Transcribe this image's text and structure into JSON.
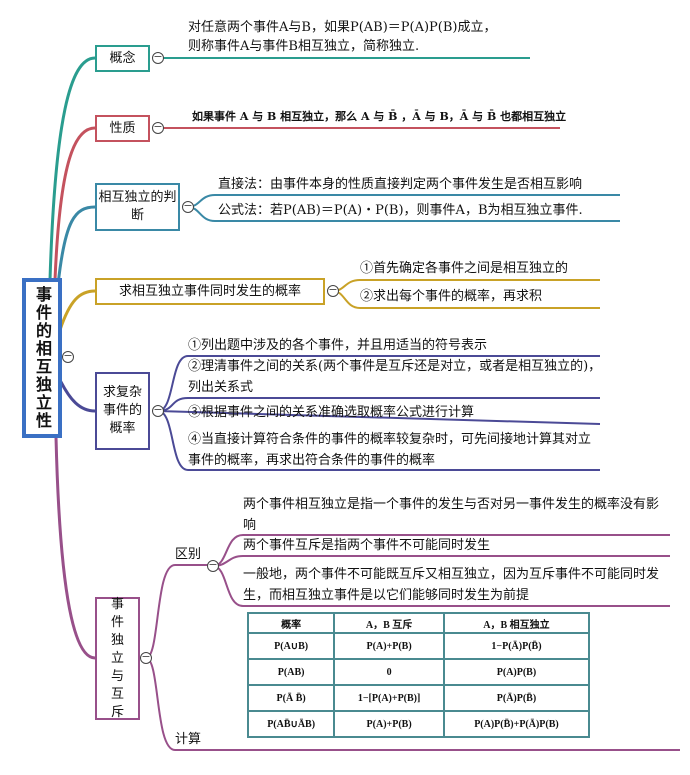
{
  "central": "事件的相互独立性",
  "colors": {
    "concept": "#2a9d8f",
    "property": "#c4525e",
    "judge": "#3a89a6",
    "simul": "#c9a227",
    "complex": "#4b4a96",
    "relation": "#98508a",
    "central": "#3a70c4"
  },
  "concept": {
    "label": "概念",
    "lines": [
      "对任意两个事件A与B，如果P(AB)＝P(A)P(B)成立，",
      "则称事件A与事件B相互独立，简称独立."
    ]
  },
  "property": {
    "label": "性质",
    "text": "如果事件 A 与 B 相互独立，那么 A 与 B̄ ，Ā 与 B，Ā 与 B̄ 也都相互独立"
  },
  "judge": {
    "label": "相互独立的判断",
    "items": [
      "直接法：由事件本身的性质直接判定两个事件发生是否相互影响",
      "公式法：若P(AB)＝P(A)・P(B)，则事件A，B为相互独立事件."
    ]
  },
  "simul": {
    "label": "求相互独立事件同时发生的概率",
    "items": [
      "①首先确定各事件之间是相互独立的",
      "②求出每个事件的概率，再求积"
    ]
  },
  "complex": {
    "label": "求复杂事件的概率",
    "items": [
      "①列出题中涉及的各个事件，并且用适当的符号表示",
      "②理清事件之间的关系(两个事件是互斥还是对立，或者是相互独立的)，列出关系式",
      "③根据事件之间的关系准确选取概率公式进行计算",
      "④当直接计算符合条件的事件的概率较复杂时，可先间接地计算其对立事件的概率，再求出符合条件的事件的概率"
    ]
  },
  "relation": {
    "label": "事件独立与互斥",
    "diff": {
      "label": "区别",
      "items": [
        "两个事件相互独立是指一个事件的发生与否对另一事件发生的概率没有影响",
        "两个事件互斥是指两个事件不可能同时发生",
        "一般地，两个事件不可能既互斥又相互独立，因为互斥事件不可能同时发生，而相互独立事件是以它们能够同时发生为前提"
      ]
    },
    "calc": {
      "label": "计算",
      "table": {
        "headers": [
          "概率",
          "A，B 互斥",
          "A，B 相互独立"
        ],
        "rows": [
          [
            "P(A∪B)",
            "P(A)+P(B)",
            "1−P(Ā)P(B̄)"
          ],
          [
            "P(AB)",
            "0",
            "P(A)P(B)"
          ],
          [
            "P(Ā B̄)",
            "1−[P(A)+P(B)]",
            "P(Ā)P(B̄)"
          ],
          [
            "P(AB̄∪ĀB)",
            "P(A)+P(B)",
            "P(A)P(B̄)+P(Ā)P(B)"
          ]
        ]
      }
    }
  }
}
